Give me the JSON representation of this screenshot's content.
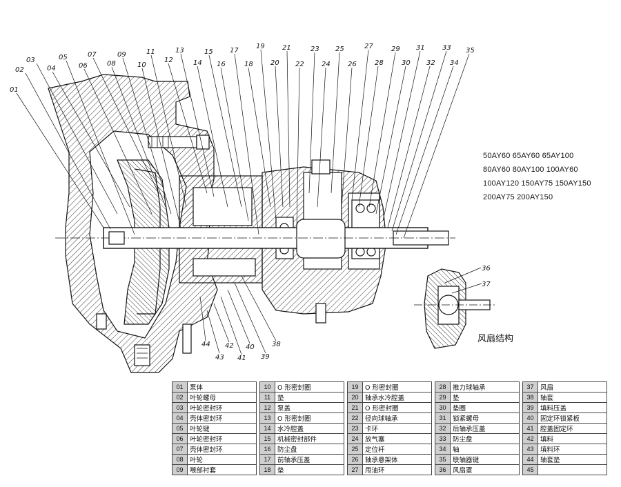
{
  "models": [
    "50AY60  65AY60  65AY100",
    "80AY60  80AY100  100AY60",
    "100AY120  150AY75  150AY150",
    "200AY75  200AY150"
  ],
  "fan_caption": "风扇结构",
  "callouts_top": [
    "01",
    "02",
    "03",
    "04",
    "05",
    "06",
    "07",
    "08",
    "09",
    "10",
    "11",
    "12",
    "13",
    "14",
    "15",
    "16",
    "17",
    "18",
    "19",
    "20",
    "21",
    "22",
    "23",
    "24",
    "25",
    "26",
    "27",
    "28",
    "29",
    "30",
    "31",
    "32",
    "33",
    "34",
    "35"
  ],
  "callouts_bottom": [
    "44",
    "43",
    "42",
    "41",
    "40",
    "39",
    "38"
  ],
  "callouts_fan": [
    "36",
    "37"
  ],
  "parts": [
    {
      "no": "01",
      "name": "泵体"
    },
    {
      "no": "02",
      "name": "叶轮螺母"
    },
    {
      "no": "03",
      "name": "叶轮密封环"
    },
    {
      "no": "04",
      "name": "壳体密封环"
    },
    {
      "no": "05",
      "name": "叶轮键"
    },
    {
      "no": "06",
      "name": "叶轮密封环"
    },
    {
      "no": "07",
      "name": "壳体密封环"
    },
    {
      "no": "08",
      "name": "叶轮"
    },
    {
      "no": "09",
      "name": "喉部衬套"
    },
    {
      "no": "10",
      "name": "O 形密封圈"
    },
    {
      "no": "11",
      "name": "垫"
    },
    {
      "no": "12",
      "name": "泵盖"
    },
    {
      "no": "13",
      "name": "O 形密封圈"
    },
    {
      "no": "14",
      "name": "水冷腔盖"
    },
    {
      "no": "15",
      "name": "机械密封部件"
    },
    {
      "no": "16",
      "name": "防尘盘"
    },
    {
      "no": "17",
      "name": "前轴承压盖"
    },
    {
      "no": "18",
      "name": "垫"
    },
    {
      "no": "19",
      "name": "O 形密封圈"
    },
    {
      "no": "20",
      "name": "轴承水冷腔盖"
    },
    {
      "no": "21",
      "name": "O 形密封圈"
    },
    {
      "no": "22",
      "name": "径向球轴承"
    },
    {
      "no": "23",
      "name": "卡环"
    },
    {
      "no": "24",
      "name": "放气塞"
    },
    {
      "no": "25",
      "name": "定位杆"
    },
    {
      "no": "26",
      "name": "轴承悬架体"
    },
    {
      "no": "27",
      "name": "甩油环"
    },
    {
      "no": "28",
      "name": "推力球轴承"
    },
    {
      "no": "29",
      "name": "垫"
    },
    {
      "no": "30",
      "name": "垫圈"
    },
    {
      "no": "31",
      "name": "锁紧螺母"
    },
    {
      "no": "32",
      "name": "后轴承压盖"
    },
    {
      "no": "33",
      "name": "防尘盘"
    },
    {
      "no": "34",
      "name": "轴"
    },
    {
      "no": "35",
      "name": "联轴器键"
    },
    {
      "no": "36",
      "name": "风扇罩"
    },
    {
      "no": "37",
      "name": "风扇"
    },
    {
      "no": "38",
      "name": "轴套"
    },
    {
      "no": "39",
      "name": "填料压盖"
    },
    {
      "no": "40",
      "name": "固定环锁紧板"
    },
    {
      "no": "41",
      "name": "腔盖固定环"
    },
    {
      "no": "42",
      "name": "填料"
    },
    {
      "no": "43",
      "name": "填料环"
    },
    {
      "no": "44",
      "name": "轴套垫"
    },
    {
      "no": "45",
      "name": ""
    }
  ]
}
